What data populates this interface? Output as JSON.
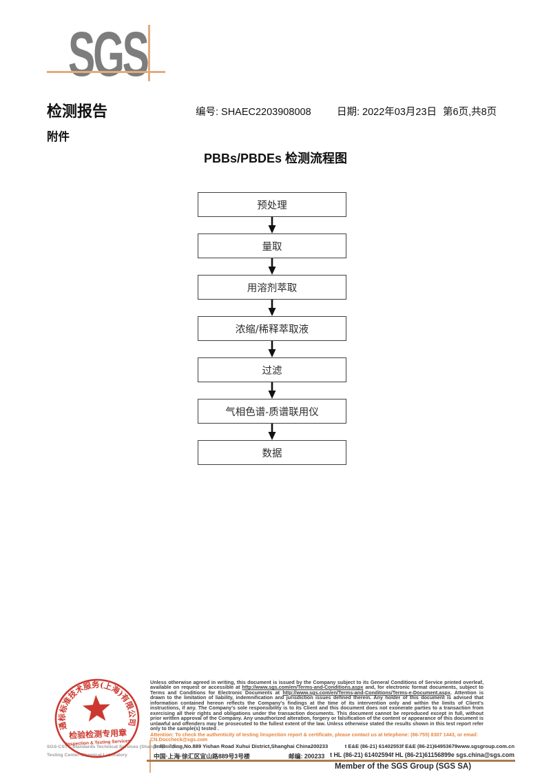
{
  "brand": {
    "logo_text": "SGS",
    "logo_color": "#7d7d7d",
    "accent_line_color": "#e2ab7d"
  },
  "header": {
    "report_title": "检测报告",
    "attachment_label": "附件",
    "number_label": "编号:",
    "number_value": "SHAEC2203908008",
    "date_label": "日期:",
    "date_value": "2022年03月23日",
    "page_info": "第6页,共8页"
  },
  "flowchart": {
    "title": "PBBs/PBDEs 检测流程图",
    "steps": [
      "预处理",
      "量取",
      "用溶剂萃取",
      "浓缩/稀释萃取液",
      "过滤",
      "气相色谱-质谱联用仪",
      "数据"
    ]
  },
  "stamp": {
    "ring_text": "通标标准技术服务(上海)有限公司",
    "cn_label": "检验检测专用章",
    "en_label": "Inspection & Testing Services",
    "color": "#c8281e"
  },
  "company": {
    "line1": "SGS-CSTC Standards Technical Services (Shanghai) Co.,Ltd.",
    "line2": "Testing Center-Chemical Laboratory"
  },
  "disclaimer": {
    "segments": [
      "Unless otherwise agreed in writing, this document is issued by the Company subject to its General Conditions of Service printed overleaf, available on request or accessible at ",
      "http://www.sgs.com/en/Terms-and-Conditions.aspx",
      " and, for electronic format documents, subject to Terms and Conditions for Electronic Documents at ",
      "http://www.sgs.com/en/Terms-and-Conditions/Terms-e-Document.aspx",
      ". Attention is drawn to the limitation of liability, indemnification and jurisdiction issues defined therein. Any holder of this document is advised that information contained hereon reflects the Company's findings at the time of its intervention only and within the limits of Client's instructions, if any. The Company's sole responsibility is to its Client and this document does not exonerate parties to a transaction from exercising all their rights and obligations under the transaction documents. This document cannot be reproduced except in full, without prior written approval of the Company. Any unauthorized alteration, forgery or falsification of the content or appearance of this document is unlawful and offenders may be prosecuted to the fullest extent of the law. Unless otherwise stated the results shown in this test report refer only to the sample(s) tested ."
    ],
    "attention": "Attention: To check the authenticity of testing /inspection report & certificate, please contact us at telephone: (86-755) 8307 1443, or email: CN.Doccheck@sgs.com",
    "attention_color": "#e5833c"
  },
  "address": {
    "rows": [
      {
        "addr": "3rdBuilding,No.889 Yishan Road Xuhui District,Shanghai China",
        "post": "200233",
        "tel": "t E&E (86-21) 61402553",
        "fax": "f E&E (86-21)64953679",
        "net": "www.sgsgroup.com.cn"
      },
      {
        "addr": "中国·上海·徐汇区宜山路889号3号楼",
        "post": "邮编: 200233",
        "tel": "t HL (86-21) 61402594",
        "fax": "f HL (86-21)61156899",
        "net": "e  sgs.china@sgs.com"
      }
    ]
  },
  "footer": {
    "member_text": "Member of the SGS Group (SGS SA)",
    "line_color": "#a87a4e"
  }
}
